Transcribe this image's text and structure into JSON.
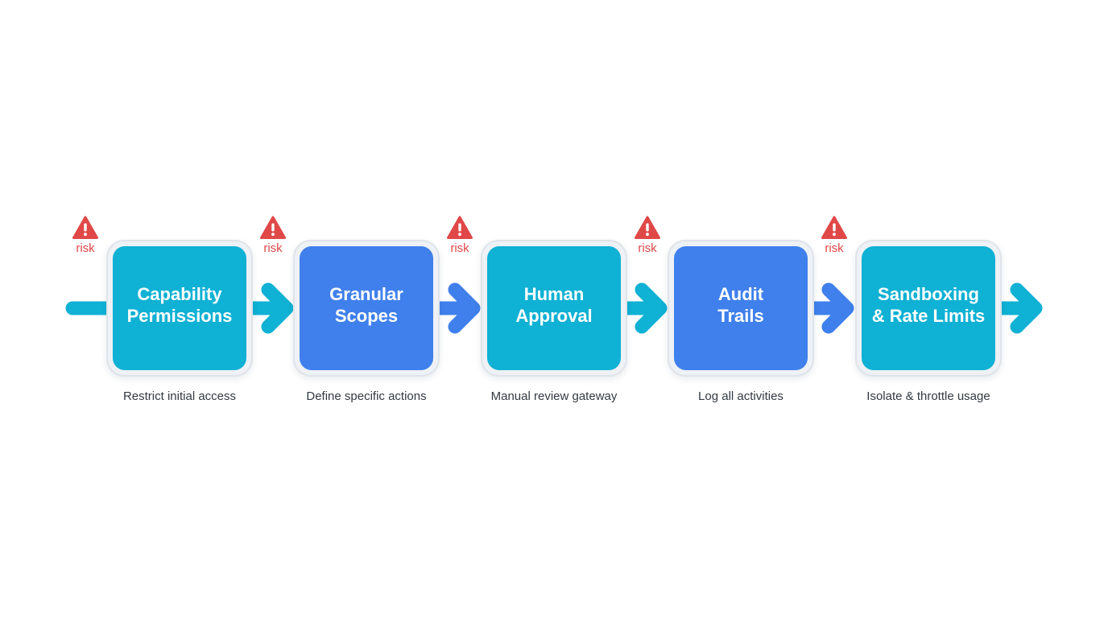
{
  "risk_label": "risk",
  "colors": {
    "cyan": "#0fb1d4",
    "blue": "#3f80ec",
    "risk_red": "#e04848"
  },
  "stages": [
    {
      "title": "Capability\nPermissions",
      "description": "Restrict initial access",
      "color": "#0fb1d4"
    },
    {
      "title": "Granular\nScopes",
      "description": "Define specific actions",
      "color": "#3f80ec"
    },
    {
      "title": "Human\nApproval",
      "description": "Manual review gateway",
      "color": "#0fb1d4"
    },
    {
      "title": "Audit\nTrails",
      "description": "Log all activities",
      "color": "#3f80ec"
    },
    {
      "title": "Sandboxing\n& Rate Limits",
      "description": "Isolate & throttle usage",
      "color": "#0fb1d4"
    }
  ]
}
